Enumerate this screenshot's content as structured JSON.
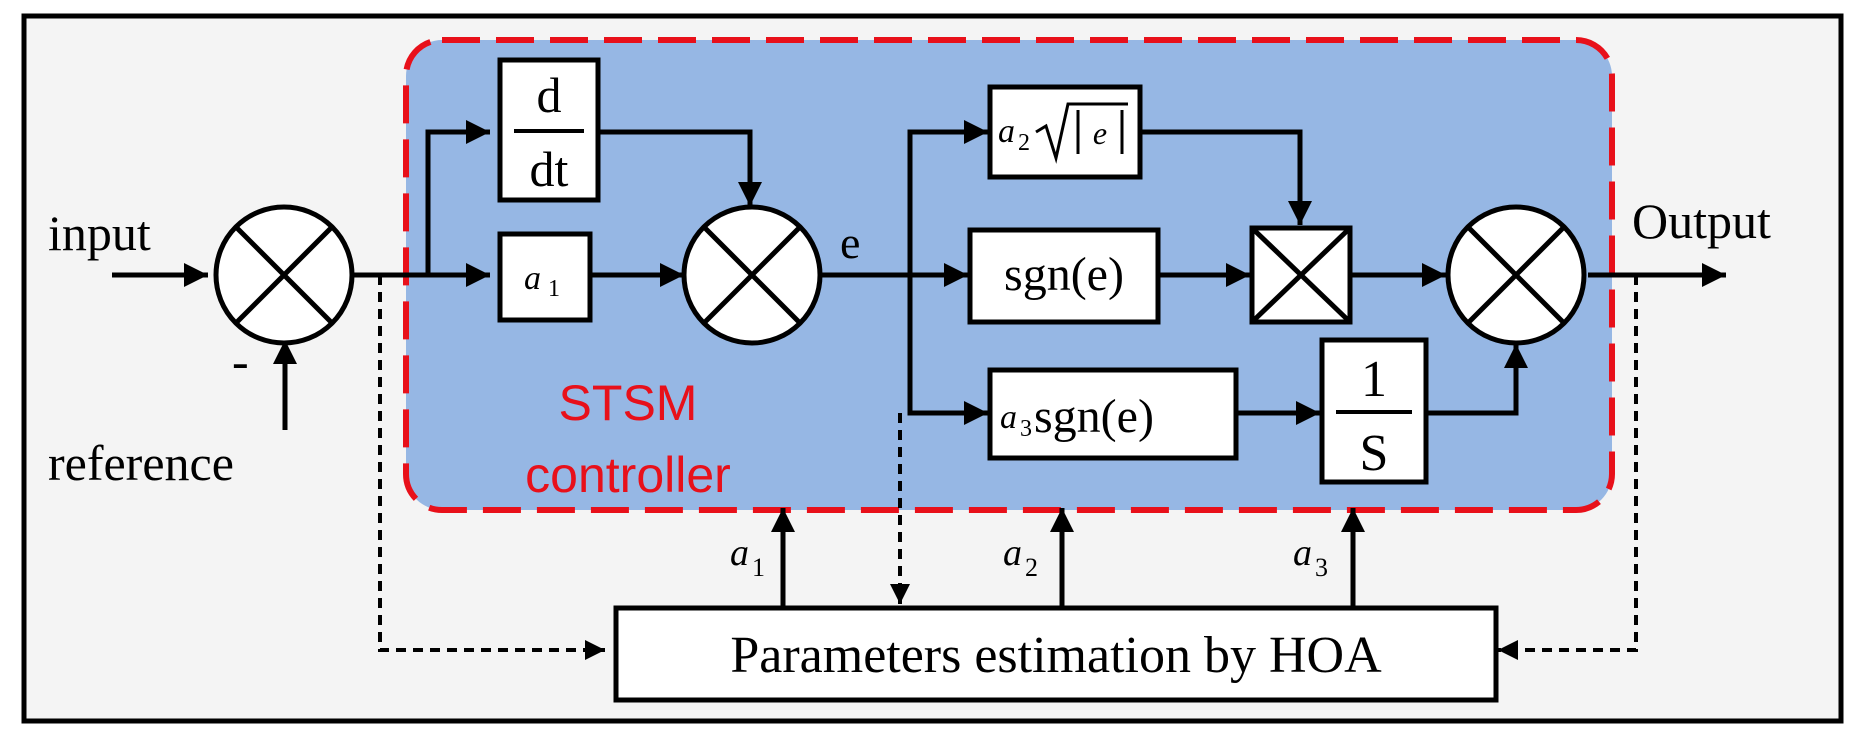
{
  "labels": {
    "input": "input",
    "reference": "reference",
    "minus": "-",
    "output": "Output",
    "e": "e",
    "controller_line1": "STSM",
    "controller_line2": "controller",
    "estimator": "Parameters estimation by HOA"
  },
  "blocks": {
    "derivative_num": "d",
    "derivative_den": "dt",
    "gain_a1_var": "a",
    "gain_a1_sub": "1",
    "sqrt_var": "a",
    "sqrt_sub": "2",
    "sqrt_arg": "e",
    "sgn": "sgn(e)",
    "a3_var": "a",
    "a3_sub": "3",
    "a3_func": "sgn(e)",
    "integrator_num": "1",
    "integrator_den": "S"
  },
  "param_labels": [
    {
      "var": "a",
      "sub": "1"
    },
    {
      "var": "a",
      "sub": "2"
    },
    {
      "var": "a",
      "sub": "3"
    }
  ],
  "colors": {
    "controller_fill": "#96b7e4",
    "controller_border": "#e8101a",
    "background": "#f4f4f4",
    "frame": "#000000"
  }
}
